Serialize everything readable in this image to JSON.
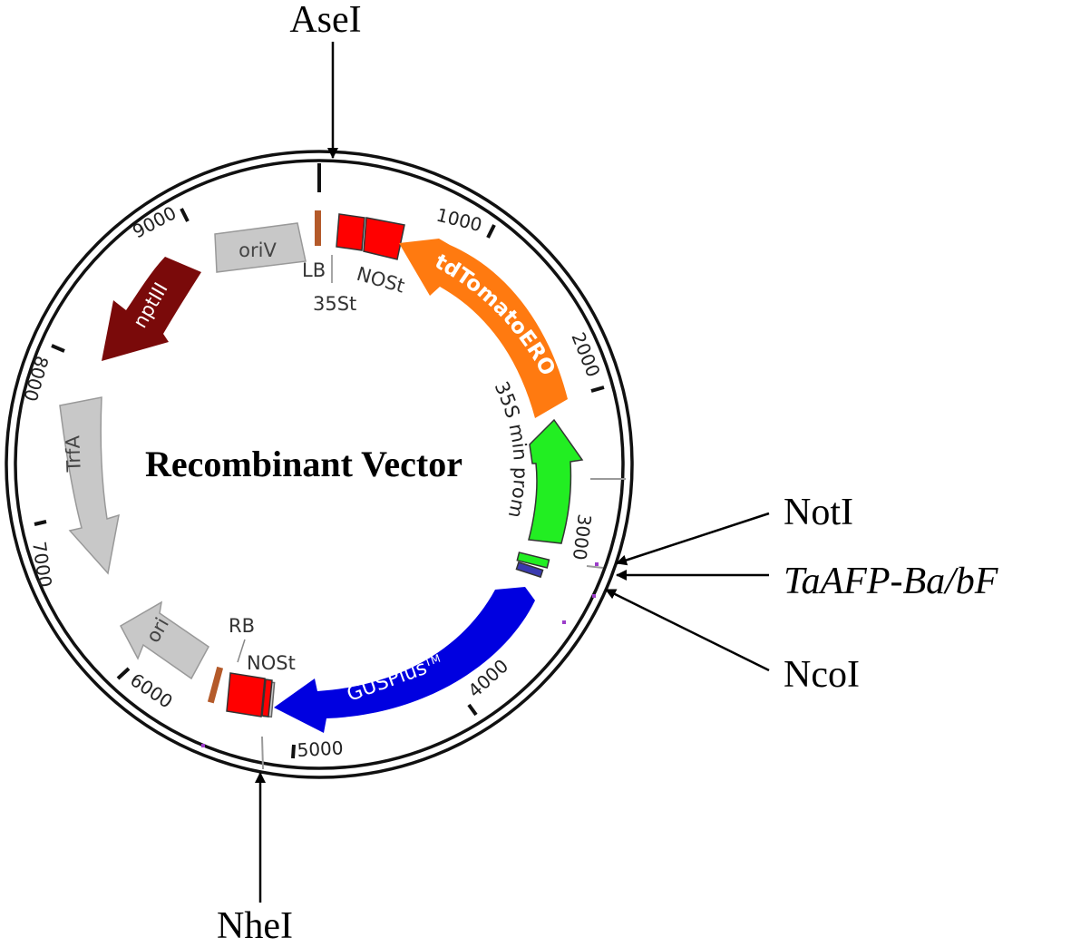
{
  "title": "Recombinant Vector",
  "sites": {
    "asei": "AseI",
    "noti": "NotI",
    "taafp": "TaAFP-Ba/bF",
    "ncoi": "NcoI",
    "nhei": "NheI"
  },
  "ticks": {
    "t1000": "1000",
    "t2000": "2000",
    "t3000": "3000",
    "t4000": "4000",
    "t5000": "5000",
    "t6000": "6000",
    "t7000": "7000",
    "t8000": "8000",
    "t9000": "9000"
  },
  "features": {
    "oriV": "oriV",
    "lb": "LB",
    "st35": "35St",
    "nost_top": "NOSt",
    "tdtomato": "tdTomatoERO",
    "prom35s": "35S min prom",
    "gusplus": "GUSPlus",
    "gusplus_tm": "TM",
    "nost_bottom": "NOSt",
    "rb": "RB",
    "ori": "ori",
    "trfa": "TrfA",
    "nptiii": "nptIII"
  },
  "colors": {
    "nost": "#ff0000",
    "tdtomato": "#ff7a10",
    "promoter": "#22ee22",
    "gusplus": "#0000e0",
    "nptiii": "#7a0a0a",
    "backbone": "#c8c8c8",
    "border": "#b45a2a"
  }
}
